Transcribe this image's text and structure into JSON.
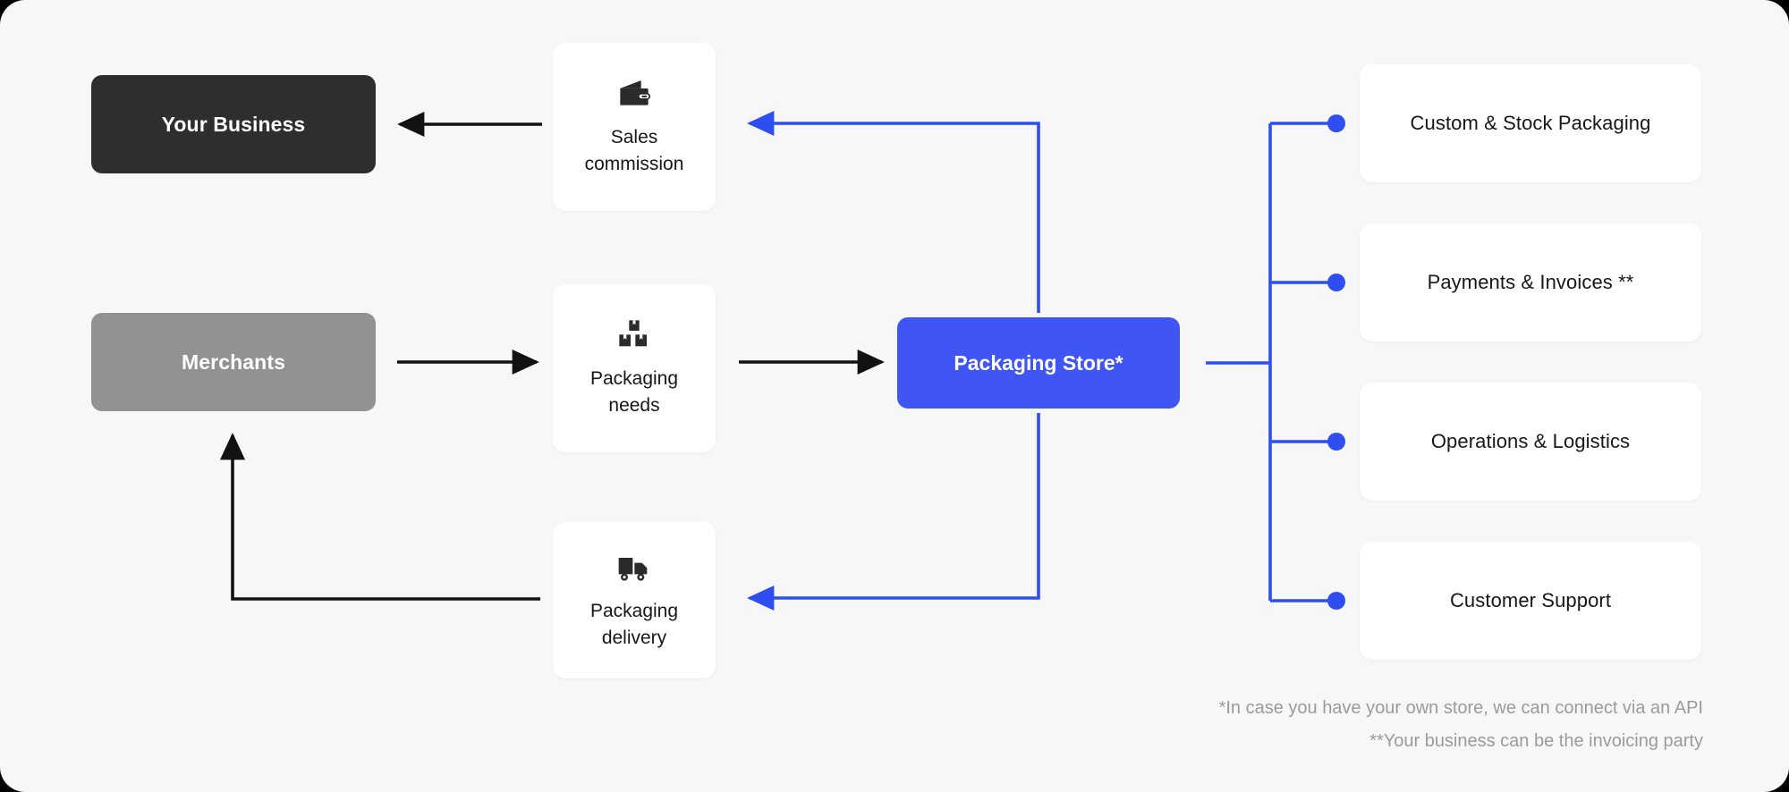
{
  "colors": {
    "page_background": "#f7f7f7",
    "outer_background": "#000000",
    "accent_blue": "#4056f4",
    "dark_box": "#2e2e2e",
    "gray_box": "#929292",
    "card_white": "#ffffff",
    "text_dark": "#171717",
    "footnote_gray": "#9b9b9b",
    "arrow_black": "#121212"
  },
  "actors": [
    {
      "id": "your-business",
      "label": "Your Business",
      "style": "dark"
    },
    {
      "id": "merchants",
      "label": "Merchants",
      "style": "gray"
    }
  ],
  "steps": [
    {
      "id": "sales-commission",
      "label": "Sales commission",
      "icon": "wallet-icon"
    },
    {
      "id": "packaging-needs",
      "label": "Packaging needs",
      "icon": "boxes-icon"
    },
    {
      "id": "packaging-delivery",
      "label": "Packaging delivery",
      "icon": "delivery-truck-icon"
    }
  ],
  "hub": {
    "id": "packaging-store",
    "label": "Packaging Store*"
  },
  "services": [
    {
      "id": "custom-stock-packaging",
      "label": "Custom & Stock Packaging"
    },
    {
      "id": "payments-invoices",
      "label": "Payments & Invoices **"
    },
    {
      "id": "operations-logistics",
      "label": "Operations & Logistics"
    },
    {
      "id": "customer-support",
      "label": "Customer Support"
    }
  ],
  "footnotes": [
    "*In case you have your own store, we can connect via an API",
    "**Your business can be the invoicing party"
  ],
  "connections": [
    {
      "id": "sales-to-business",
      "from": "sales-commission",
      "to": "your-business",
      "color": "black",
      "shape": "straight-left"
    },
    {
      "id": "merchants-to-needs",
      "from": "merchants",
      "to": "packaging-needs",
      "color": "black",
      "shape": "straight-right"
    },
    {
      "id": "needs-to-store",
      "from": "packaging-needs",
      "to": "packaging-store",
      "color": "black",
      "shape": "straight-right"
    },
    {
      "id": "delivery-to-merchants",
      "from": "packaging-delivery",
      "to": "merchants",
      "color": "black",
      "shape": "elbow-left-up"
    },
    {
      "id": "store-to-sales",
      "from": "packaging-store",
      "to": "sales-commission",
      "color": "blue",
      "shape": "elbow-up-left"
    },
    {
      "id": "store-to-delivery",
      "from": "packaging-store",
      "to": "packaging-delivery",
      "color": "blue",
      "shape": "elbow-down-left"
    },
    {
      "id": "store-to-services",
      "from": "packaging-store",
      "to": "services",
      "color": "blue",
      "shape": "bracket-tree"
    }
  ]
}
